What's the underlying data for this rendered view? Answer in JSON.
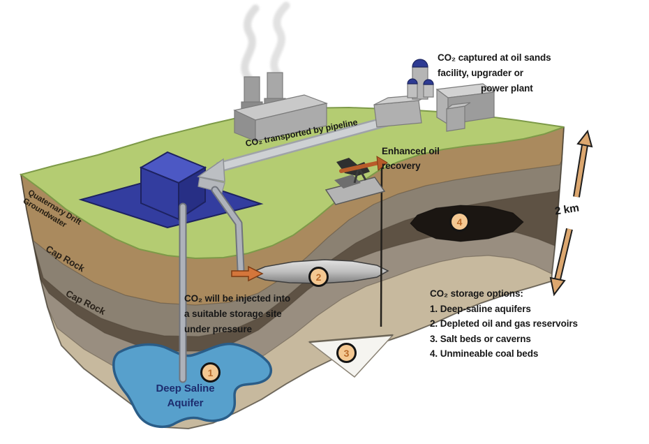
{
  "labels": {
    "captured_1": "CO₂ captured at oil sands",
    "captured_2": "facility, upgrader or",
    "captured_3": "power plant",
    "pipeline": "CO₂ transported by pipeline",
    "enhanced_1": "Enhanced oil",
    "enhanced_2": "recovery",
    "injected_1": "CO₂ will be injected into",
    "injected_2": "a suitable storage site",
    "injected_3": "under pressure",
    "depth": "2 km",
    "aquifer_1": "Deep Saline",
    "aquifer_2": "Aquifer"
  },
  "strata": {
    "quaternary_1": "Quaternary Drift",
    "quaternary_2": "Groundwater",
    "cap_rock_upper": "Cap Rock",
    "cap_rock_lower": "Cap Rock"
  },
  "storage_options": {
    "title": "CO₂ storage options:",
    "items": [
      "1. Deep-saline aquifers",
      "2. Depleted oil and gas reservoirs",
      "3. Salt beds or caverns",
      "4. Unmineable coal beds"
    ]
  },
  "markers": {
    "aquifer": "1",
    "reservoir": "2",
    "salt": "3",
    "coal": "4"
  },
  "colors": {
    "grass": "#b4cc72",
    "soil_tan": "#aa8a5e",
    "cap_rock_gray": "#8b8172",
    "dark_shale": "#5e5244",
    "cap_rock_taupe": "#998e80",
    "basal_beige": "#c7b99e",
    "aquifer_blue": "#57a0cc",
    "facility_blue": "#333d9f",
    "coal_black": "#1b1612",
    "marker_fill": "#f4c892",
    "marker_number": "#b96a2a",
    "depth_arrow": "#dca76f",
    "pipe_gray": "#ced1d4"
  }
}
